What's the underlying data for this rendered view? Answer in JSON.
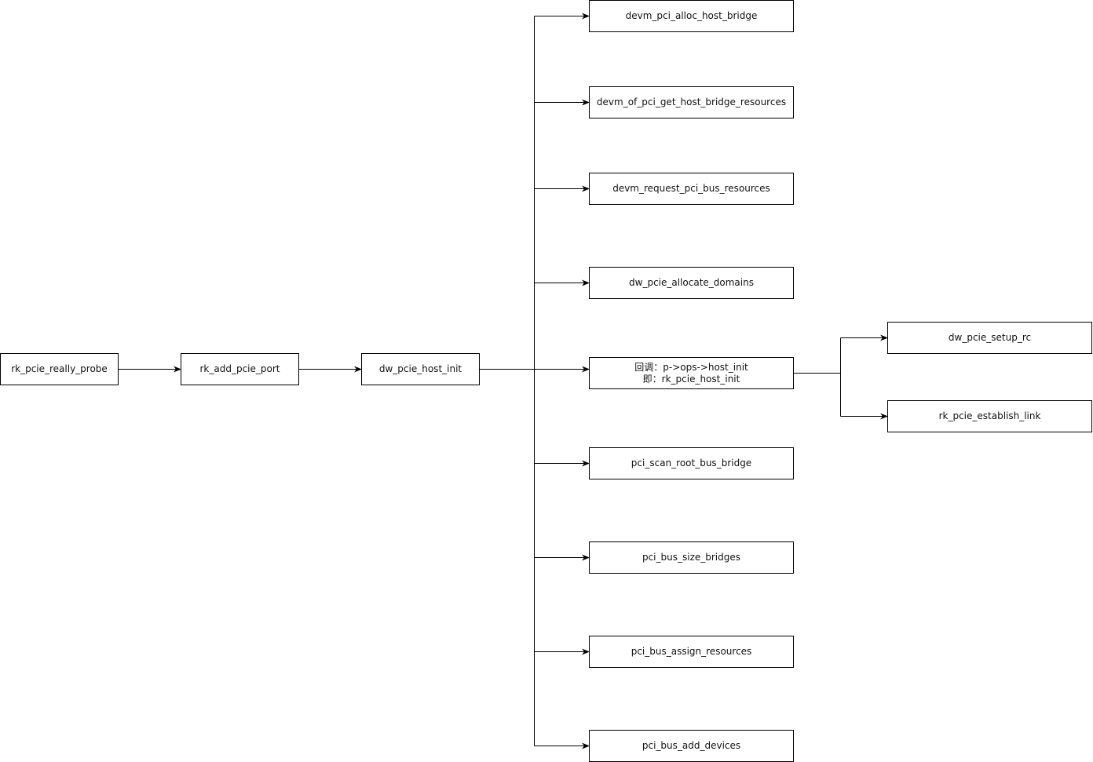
{
  "diagram": {
    "nodes": {
      "rk_pcie_really_probe": "rk_pcie_really_probe",
      "rk_add_pcie_port": "rk_add_pcie_port",
      "dw_pcie_host_init": "dw_pcie_host_init",
      "devm_pci_alloc_host_bridge": "devm_pci_alloc_host_bridge",
      "devm_of_pci_get_host_bridge_resources": "devm_of_pci_get_host_bridge_resources",
      "devm_request_pci_bus_resources": "devm_request_pci_bus_resources",
      "dw_pcie_allocate_domains": "dw_pcie_allocate_domains",
      "callback_line1": "回调：p->ops->host_init",
      "callback_line2": "即：rk_pcie_host_init",
      "pci_scan_root_bus_bridge": "pci_scan_root_bus_bridge",
      "pci_bus_size_bridges": "pci_bus_size_bridges",
      "pci_bus_assign_resources": "pci_bus_assign_resources",
      "pci_bus_add_devices": "pci_bus_add_devices",
      "dw_pcie_setup_rc": "dw_pcie_setup_rc",
      "rk_pcie_establish_link": "rk_pcie_establish_link"
    },
    "colors": {
      "stroke": "#000000",
      "fill": "#ffffff",
      "text": "#111111"
    }
  }
}
